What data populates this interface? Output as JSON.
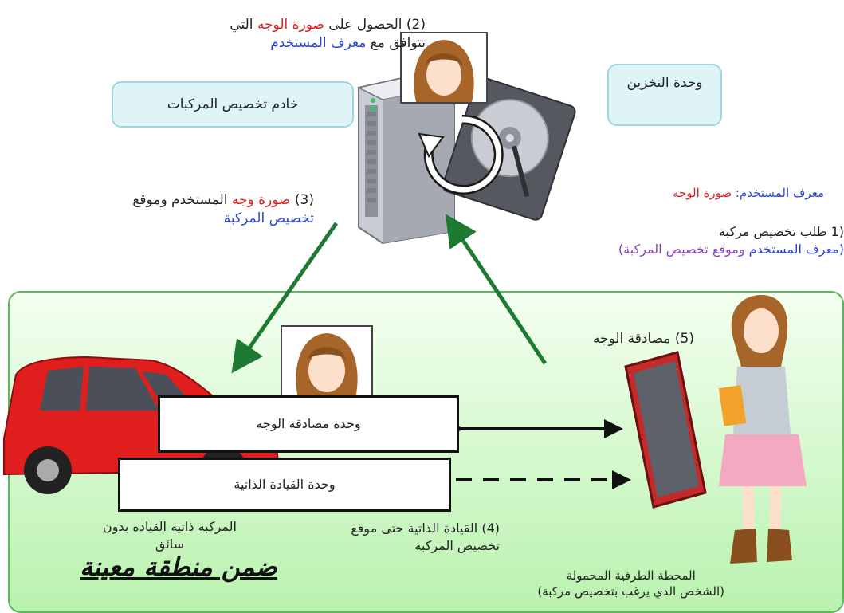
{
  "server": {
    "bubble": "خادم تخصيص المركبات"
  },
  "storage": {
    "bubble": "وحدة التخزين"
  },
  "step2": {
    "line1_prefix": "(2) الحصول على ",
    "line1_highlight": "صورة الوجه",
    "line1_suffix": " التي",
    "line2_prefix": "تتوافق مع ",
    "line2_highlight": "معرف المستخدم"
  },
  "step3": {
    "line1_prefix": "(3) ",
    "line1_highlight": "صورة وجه",
    "line1_suffix": " المستخدم وموقع",
    "line2": "تخصيص المركبة"
  },
  "mapping": {
    "key": "معرف المستخدم:",
    "value": " صورة الوجه"
  },
  "step1": {
    "line1": "(1  طلب تخصيص مركبة",
    "line2_a": "(معرف المستخدم",
    "line2_b": " وموقع تخصيص المركبة)"
  },
  "step5": {
    "label": "(5) مصادقة الوجه"
  },
  "units": {
    "face_auth": "وحدة مصادقة الوجه",
    "self_driving": "وحدة القيادة الذاتية"
  },
  "vehicle": {
    "line1": "المركبة ذاتية القيادة بدون",
    "line2": "سائق"
  },
  "step4": {
    "line1": "(4) القيادة الذاتية حتى موقع",
    "line2": "تخصيص المركبة"
  },
  "terminal": {
    "line1": "المحطة الطرفية المحمولة",
    "line2": "(الشخص الذي يرغب بتخصيص مركبة)"
  },
  "zone": {
    "title": "ضمن منطقة معينة"
  },
  "colors": {
    "arrow_green": "#1e7a32",
    "highlight_red": "#e02020",
    "highlight_blue": "#2c45d8",
    "highlight_purple": "#8a3fb8",
    "car_red": "#e01e1e",
    "zone_border": "#5cb85c"
  }
}
